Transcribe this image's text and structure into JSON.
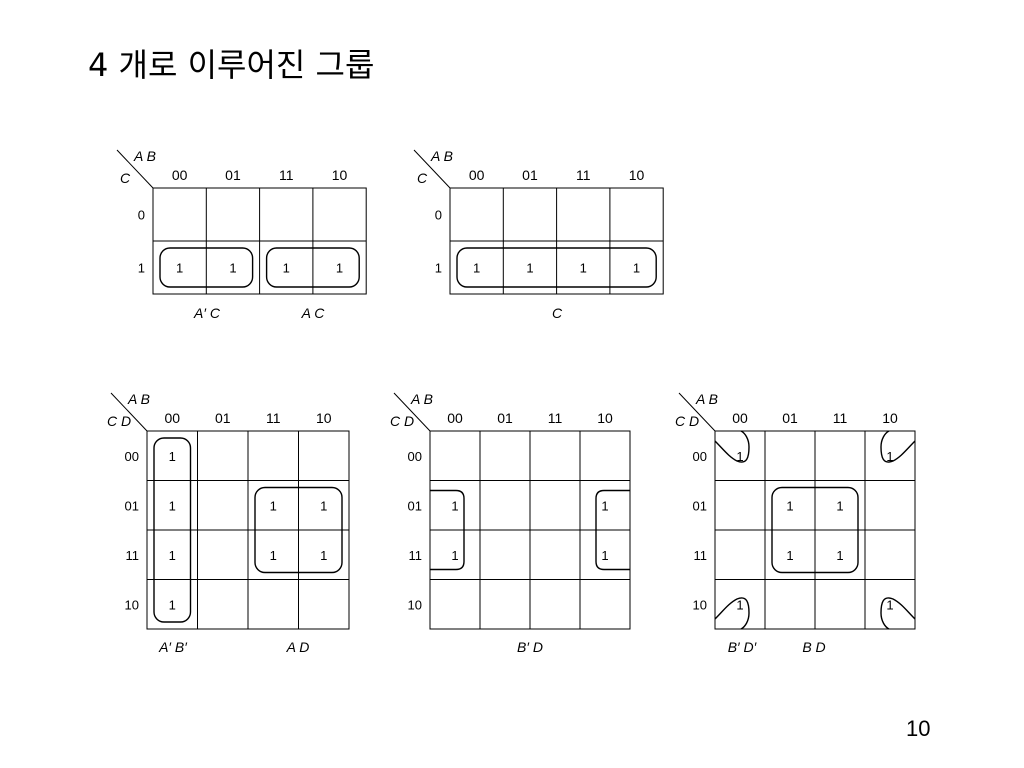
{
  "title": "4 개로 이루어진 그룹",
  "page_number": "10",
  "maps": [
    {
      "id": "map-3var-a",
      "corner_vars": {
        "top": "A B",
        "left": "C"
      },
      "col_labels": [
        "00",
        "01",
        "11",
        "10"
      ],
      "row_labels": [
        "0",
        "1"
      ],
      "cells": [
        [
          "",
          "",
          "",
          ""
        ],
        [
          "1",
          "1",
          "1",
          "1"
        ]
      ],
      "group_labels": [
        "A′ C",
        "A C"
      ]
    },
    {
      "id": "map-3var-b",
      "corner_vars": {
        "top": "A B",
        "left": "C"
      },
      "col_labels": [
        "00",
        "01",
        "11",
        "10"
      ],
      "row_labels": [
        "0",
        "1"
      ],
      "cells": [
        [
          "",
          "",
          "",
          ""
        ],
        [
          "1",
          "1",
          "1",
          "1"
        ]
      ],
      "group_labels": [
        "C"
      ]
    },
    {
      "id": "map-4var-a",
      "corner_vars": {
        "top": "A B",
        "left": "C D"
      },
      "col_labels": [
        "00",
        "01",
        "11",
        "10"
      ],
      "row_labels": [
        "00",
        "01",
        "11",
        "10"
      ],
      "cells": [
        [
          "1",
          "",
          "",
          ""
        ],
        [
          "1",
          "",
          "1",
          "1"
        ],
        [
          "1",
          "",
          "1",
          "1"
        ],
        [
          "1",
          "",
          "",
          ""
        ]
      ],
      "group_labels": [
        "A′ B′",
        "A D"
      ]
    },
    {
      "id": "map-4var-b",
      "corner_vars": {
        "top": "A B",
        "left": "C D"
      },
      "col_labels": [
        "00",
        "01",
        "11",
        "10"
      ],
      "row_labels": [
        "00",
        "01",
        "11",
        "10"
      ],
      "cells": [
        [
          "",
          "",
          "",
          ""
        ],
        [
          "1",
          "",
          "",
          "1"
        ],
        [
          "1",
          "",
          "",
          "1"
        ],
        [
          "",
          "",
          "",
          ""
        ]
      ],
      "group_labels": [
        "B′ D"
      ]
    },
    {
      "id": "map-4var-c",
      "corner_vars": {
        "top": "A B",
        "left": "C D"
      },
      "col_labels": [
        "00",
        "01",
        "11",
        "10"
      ],
      "row_labels": [
        "00",
        "01",
        "11",
        "10"
      ],
      "cells": [
        [
          "1",
          "",
          "",
          "1"
        ],
        [
          "",
          "1",
          "1",
          ""
        ],
        [
          "",
          "1",
          "1",
          ""
        ],
        [
          "1",
          "",
          "",
          "1"
        ]
      ],
      "group_labels": [
        "B′ D′",
        "B D"
      ]
    }
  ]
}
